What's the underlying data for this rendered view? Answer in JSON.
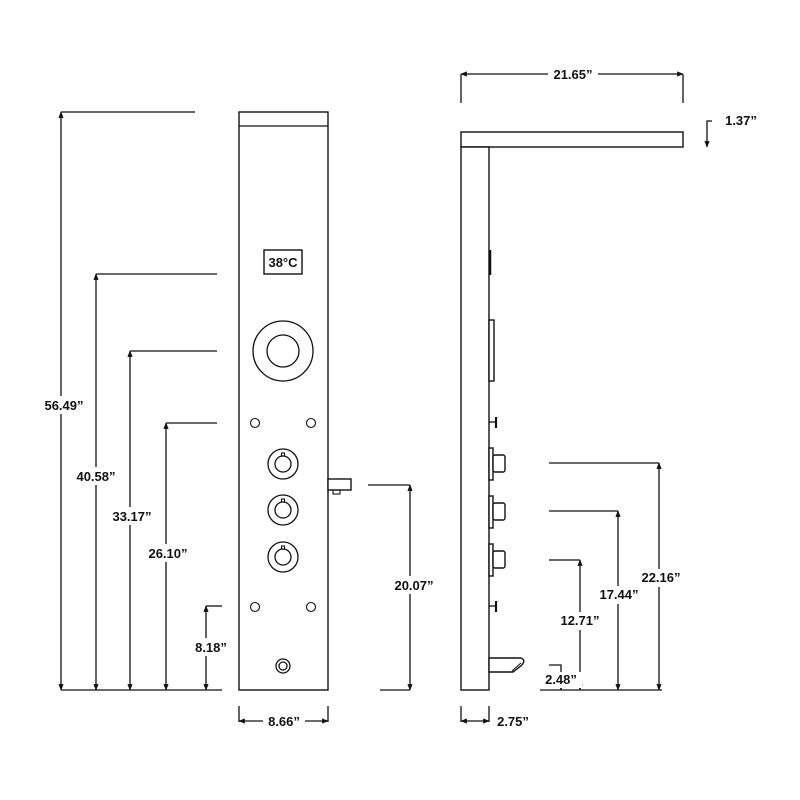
{
  "diagram": {
    "title": "Shower panel dimension drawing",
    "front_view": {
      "display_readout": "38°C",
      "dimensions": {
        "total_height": "56.49”",
        "display_height": "40.58”",
        "rain_knob_height": "33.17”",
        "body_jets_top_height": "26.10”",
        "lower_jets_height": "8.18”",
        "spout_height": "20.07”",
        "width": "8.66”"
      }
    },
    "side_view": {
      "dimensions": {
        "head_length": "21.65”",
        "head_thickness": "1.37”",
        "depth": "2.75”",
        "knob1_height": "22.16”",
        "knob2_height": "17.44”",
        "knob3_height": "12.71”",
        "spout_height": "2.48”"
      }
    },
    "colors": {
      "line": "#111111",
      "background": "#ffffff"
    }
  }
}
